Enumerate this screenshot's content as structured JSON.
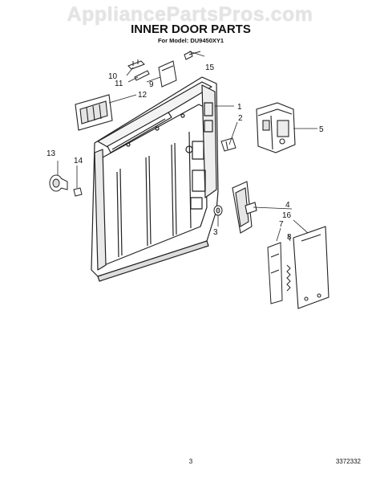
{
  "watermark": "AppliancePartsPros.com",
  "title": "INNER DOOR PARTS",
  "subtitle": "For Model: DU9450XY1",
  "page_number": "3",
  "document_number": "3372332",
  "callouts": {
    "c1": "1",
    "c2": "2",
    "c3": "3",
    "c4": "4",
    "c5": "5",
    "c7": "7",
    "c8": "8",
    "c9": "9",
    "c10": "10",
    "c11": "11",
    "c12": "12",
    "c13": "13",
    "c14": "14",
    "c15": "15",
    "c16": "16"
  }
}
